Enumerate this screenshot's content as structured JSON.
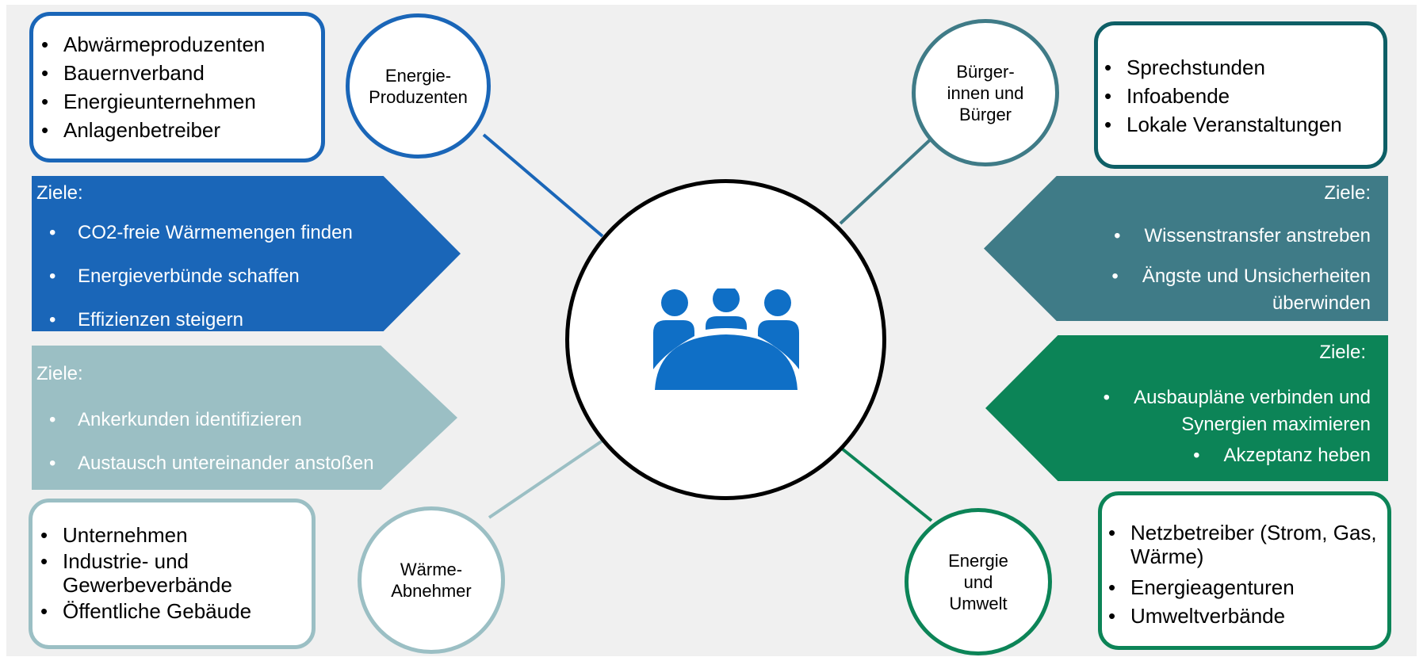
{
  "center": {
    "icon": "meeting-group-icon"
  },
  "colors": {
    "producers": "#1a66b8",
    "consumers": "#9bbfc4",
    "citizens": "#3f7b87",
    "environment": "#0c8457",
    "citizens_box_border": "#0e5f66",
    "center_icon": "#0f6fc6"
  },
  "producers": {
    "circle_label": "Energie-\nProduzenten",
    "items": [
      "Abwärmeproduzenten",
      "Bauernverband",
      "Energieunternehmen",
      "Anlagenbetreiber"
    ],
    "goals_title": "Ziele:",
    "goals": [
      "CO2-freie Wärmemengen finden",
      "Energieverbünde schaffen",
      "Effizienzen steigern"
    ]
  },
  "consumers": {
    "circle_label": "Wärme-\nAbnehmer",
    "items": [
      "Unternehmen",
      "Industrie- und Gewerbeverbände",
      "Öffentliche Gebäude"
    ],
    "goals_title": "Ziele:",
    "goals": [
      "Ankerkunden identifizieren",
      "Austausch untereinander anstoßen"
    ]
  },
  "citizens": {
    "circle_label": "Bürger-\ninnen und\nBürger",
    "items": [
      "Sprechstunden",
      "Infoabende",
      "Lokale Veranstaltungen"
    ],
    "goals_title": "Ziele:",
    "goals": [
      "Wissenstransfer anstreben",
      "Ängste und Unsicherheiten überwinden"
    ]
  },
  "environment": {
    "circle_label": "Energie\nund\nUmwelt",
    "items": [
      "Netzbetreiber (Strom, Gas, Wärme)",
      "Energieagenturen",
      "Umweltverbände"
    ],
    "goals_title": "Ziele:",
    "goals": [
      "Ausbaupläne verbinden und Synergien maximieren",
      "Akzeptanz heben"
    ]
  }
}
